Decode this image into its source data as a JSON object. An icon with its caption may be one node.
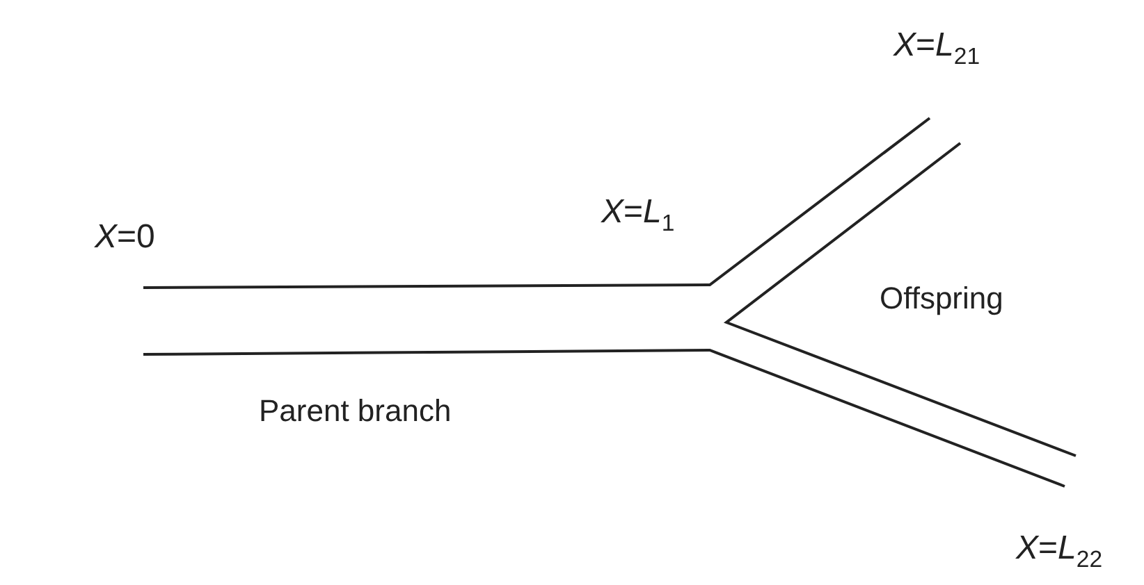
{
  "diagram": {
    "labels": [
      "*X*=*L*$_{21}$",
      "*X*=0",
      "*X*=*L*$_{1}$",
      "Offspring",
      "Parent branch",
      "*X*=*L*$_{22}$"
    ]
  }
}
